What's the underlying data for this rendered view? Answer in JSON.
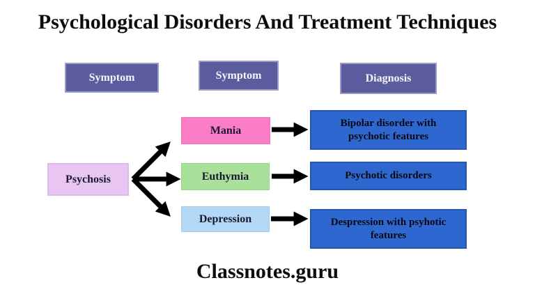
{
  "title": "Psychological Disorders And Treatment Techniques",
  "watermark": "Classnotes.guru",
  "columns": {
    "header_color": "#5a5c9e",
    "headers": [
      {
        "label": "Symptom"
      },
      {
        "label": "Symptom"
      },
      {
        "label": "Diagnosis"
      }
    ]
  },
  "root": {
    "label": "Psychosis",
    "color": "#e8c6f1"
  },
  "symptoms": [
    {
      "label": "Mania",
      "color": "#fb7dc6"
    },
    {
      "label": "Euthymia",
      "color": "#a9e19b"
    },
    {
      "label": "Depression",
      "color": "#b2d8f6"
    }
  ],
  "diagnoses": {
    "color": "#2e67d0",
    "items": [
      {
        "label": "Bipolar disorder with psychotic features"
      },
      {
        "label": "Psychotic disorders"
      },
      {
        "label": "Despression with psyhotic features"
      }
    ]
  },
  "arrows": {
    "color": "#000000"
  }
}
